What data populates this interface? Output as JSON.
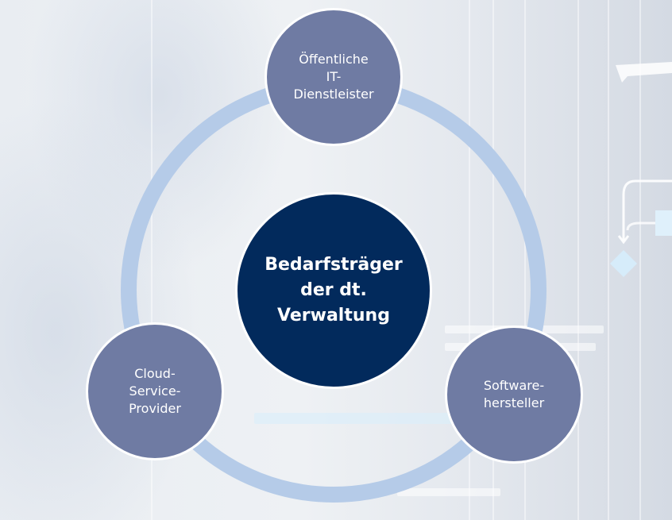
{
  "diagram": {
    "type": "hub-and-spoke cycle",
    "center": {
      "label": "Bedarfsträger\nder dt.\nVerwaltung",
      "color": "#022a5c"
    },
    "nodes": [
      {
        "id": "top",
        "label": "Öffentliche\nIT-\nDienstleister",
        "color": "#6f7ba3"
      },
      {
        "id": "left",
        "label": "Cloud-\nService-\nProvider",
        "color": "#6f7ba3"
      },
      {
        "id": "right",
        "label": "Software-\nhersteller",
        "color": "#6f7ba3"
      }
    ],
    "ring_color": "#b5cbe8",
    "background_color": "#eceff3"
  }
}
